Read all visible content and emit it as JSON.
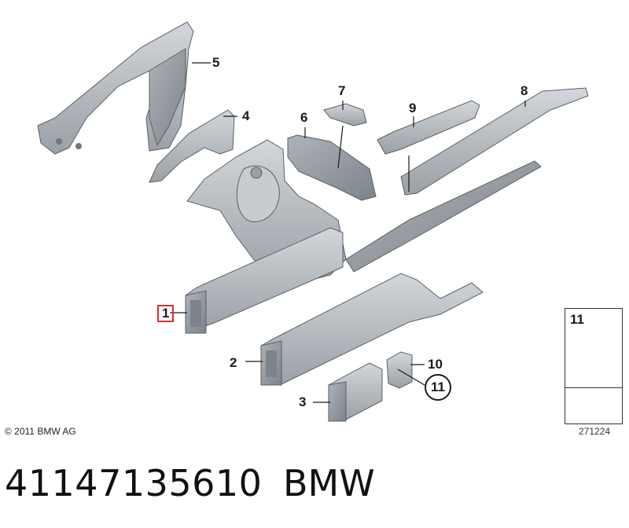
{
  "callouts": {
    "c1": "1",
    "c2": "2",
    "c3": "3",
    "c4": "4",
    "c5": "5",
    "c6": "6",
    "c7": "7",
    "c8": "8",
    "c9": "9",
    "c10": "10",
    "c11": "11"
  },
  "legend": {
    "part_number": "11"
  },
  "copyright": "© 2011 BMW AG",
  "diagram_code": "271224",
  "footer": {
    "part_number": "41147135610",
    "brand": "BMW"
  },
  "colors": {
    "highlight": "#d9302c",
    "part_fill": "#b7bcc2",
    "part_shadow": "#8d949b",
    "outline": "#5a6066"
  }
}
